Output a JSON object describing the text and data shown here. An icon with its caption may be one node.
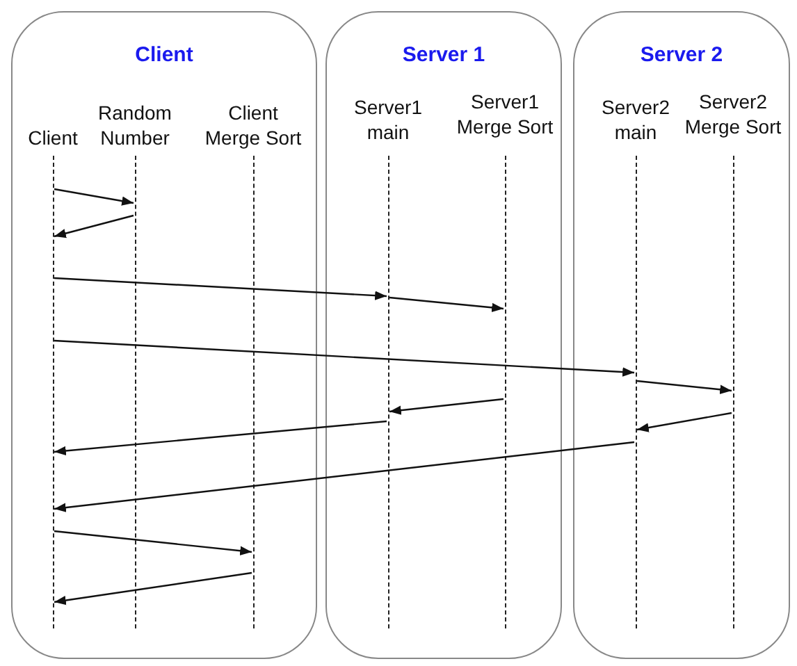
{
  "diagram": {
    "nodes": [
      {
        "text": [
          "Client"
        ]
      },
      {
        "text": [
          "Client"
        ],
        "in": 0
      },
      {
        "text": [
          "Random Number"
        ],
        "in": 0
      },
      {
        "text": [
          "Client Merge Sort"
        ],
        "in": 0
      },
      {
        "text": [
          "Server 1"
        ]
      },
      {
        "text": [
          "Server1 main"
        ],
        "in": 4
      },
      {
        "text": [
          "Server1 Merge Sort"
        ],
        "in": 4
      },
      {
        "text": [
          "Server 2"
        ]
      },
      {
        "text": [
          "Server2 main"
        ],
        "in": 7
      },
      {
        "text": [
          "Server2 Merge Sort"
        ],
        "in": 7
      }
    ],
    "edges": [
      {
        "from": 1,
        "to": 2,
        "arrow": "to"
      },
      {
        "from": 2,
        "to": 1,
        "arrow": "to"
      },
      {
        "from": 1,
        "to": 5,
        "arrow": "to"
      },
      {
        "from": 5,
        "to": 6,
        "arrow": "to"
      },
      {
        "from": 1,
        "to": 8,
        "arrow": "to"
      },
      {
        "from": 8,
        "to": 9,
        "arrow": "to"
      },
      {
        "from": 6,
        "to": 5,
        "arrow": "to"
      },
      {
        "from": 9,
        "to": 8,
        "arrow": "to"
      },
      {
        "from": 5,
        "to": 1,
        "arrow": "to"
      },
      {
        "from": 8,
        "to": 1,
        "arrow": "to"
      },
      {
        "from": 1,
        "to": 3,
        "arrow": "to"
      },
      {
        "from": 3,
        "to": 1,
        "arrow": "to"
      }
    ]
  }
}
